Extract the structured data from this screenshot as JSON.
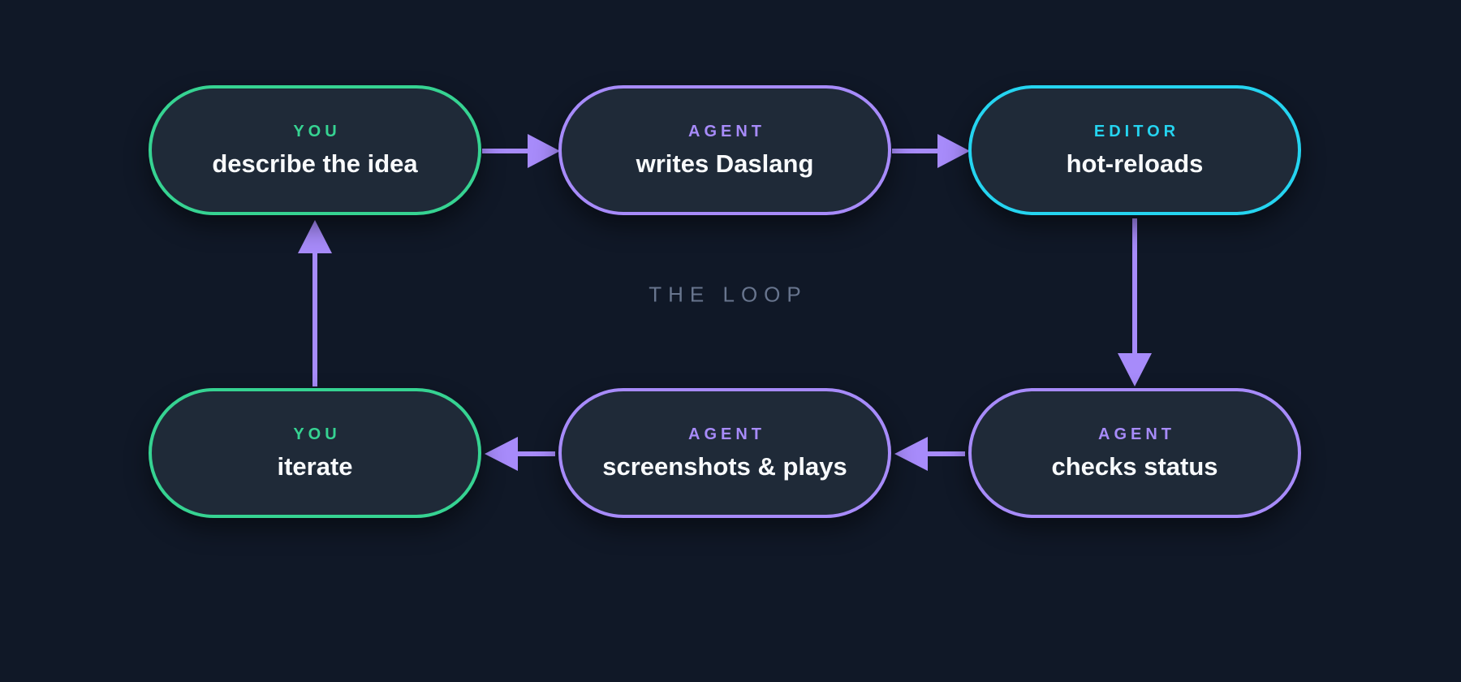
{
  "diagram": {
    "center_label": "THE LOOP",
    "nodes": [
      {
        "id": "you-describe",
        "role": "YOU",
        "label": "describe the idea",
        "accent": "green"
      },
      {
        "id": "agent-writes",
        "role": "AGENT",
        "label": "writes Daslang",
        "accent": "purple"
      },
      {
        "id": "editor-hot-reloads",
        "role": "EDITOR",
        "label": "hot-reloads",
        "accent": "cyan"
      },
      {
        "id": "agent-checks-status",
        "role": "AGENT",
        "label": "checks status",
        "accent": "purple"
      },
      {
        "id": "agent-screenshots",
        "role": "AGENT",
        "label": "screenshots & plays",
        "accent": "purple"
      },
      {
        "id": "you-iterate",
        "role": "YOU",
        "label": "iterate",
        "accent": "green"
      }
    ],
    "arrows": [
      {
        "from": "you-describe",
        "to": "agent-writes",
        "direction": "right"
      },
      {
        "from": "agent-writes",
        "to": "editor-hot-reloads",
        "direction": "right"
      },
      {
        "from": "editor-hot-reloads",
        "to": "agent-checks-status",
        "direction": "down"
      },
      {
        "from": "agent-checks-status",
        "to": "agent-screenshots",
        "direction": "left"
      },
      {
        "from": "agent-screenshots",
        "to": "you-iterate",
        "direction": "left"
      },
      {
        "from": "you-iterate",
        "to": "you-describe",
        "direction": "up"
      }
    ]
  },
  "colors": {
    "bg": "#101827",
    "node_fill": "#1f2a38",
    "green": "#36d392",
    "purple": "#a78bfa",
    "cyan": "#25d4f0",
    "text": "#f8fafc",
    "muted": "#68758e"
  }
}
